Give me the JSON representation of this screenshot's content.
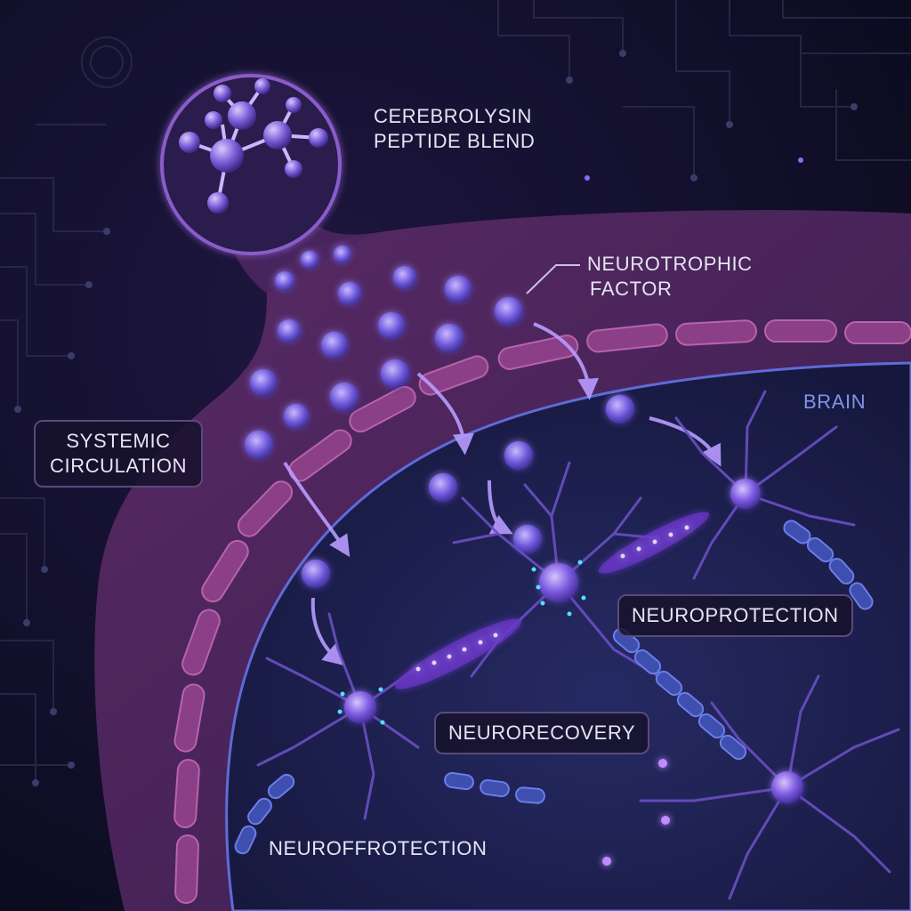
{
  "diagram": {
    "title_lines": [
      "CEREBROLYSIN",
      "PEPTIDE BLEND"
    ],
    "labels": {
      "neurotrophic_factor": [
        "NEUROTROPHIC",
        "FACTOR"
      ],
      "systemic_circulation": [
        "SYSTEMIC",
        "CIRCULATION"
      ],
      "brain": "BRAIN",
      "neuroprotection": "NEUROPROTECTION",
      "neurorecovery": "NEURORECOVERY",
      "neuroffrotection": "NEUROFFROTECTION"
    },
    "colors": {
      "background": "#0b0c1f",
      "vessel": "#5a2a63",
      "brain": "#1c1f4e",
      "accent_purple": "#9a6cff",
      "accent_cyan": "#54e0ff",
      "label_text": "#e6e4f2"
    },
    "icons": [
      "molecule-icon",
      "peptide-particle-icon",
      "neuron-icon",
      "arrow-icon"
    ]
  }
}
